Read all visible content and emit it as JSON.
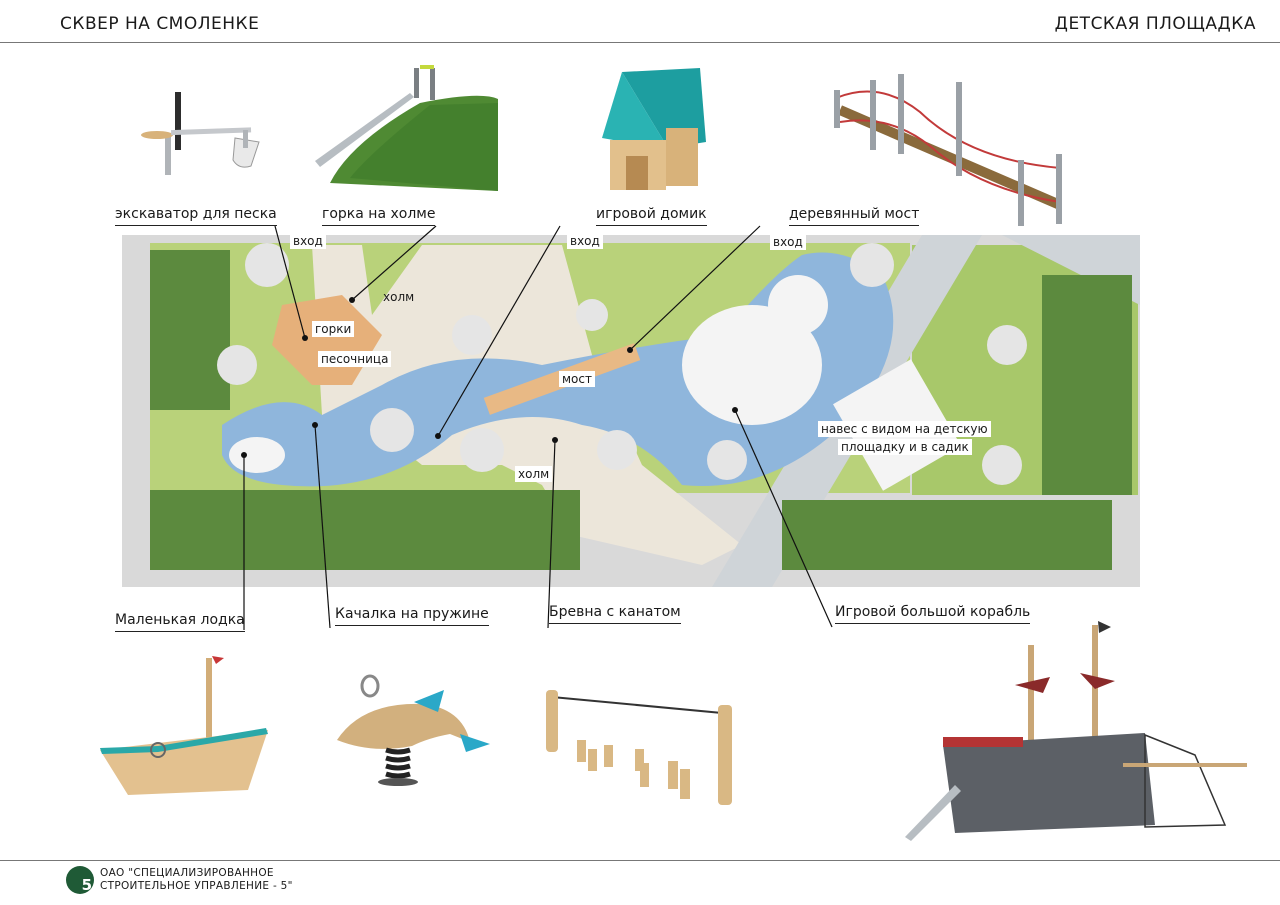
{
  "header": {
    "left_title": "СКВЕР НА СМОЛЕНКЕ",
    "right_title": "ДЕТСКАЯ ПЛОЩАДКА"
  },
  "callouts": {
    "excavator": "экскаватор для песка",
    "hill_slide": "горка на холме",
    "playhouse": "игровой домик",
    "wooden_bridge": "деревянный мост",
    "small_boat": "Маленькая лодка",
    "spring_rocker": "Качалка на пружине",
    "rope_logs": "Бревна с канатом",
    "big_ship": "Игровой большой корабль"
  },
  "map_labels": {
    "entrance_1": "вход",
    "entrance_2": "вход",
    "entrance_3": "вход",
    "hill_1": "холм",
    "slides": "горки",
    "sandbox": "песочница",
    "bridge": "мост",
    "hill_2": "холм",
    "canopy_line1": "навес с видом на детскую",
    "canopy_line2": "площадку и в садик"
  },
  "footer": {
    "logo_digit": "5",
    "line1": "ОАО \"СПЕЦИАЛИЗИРОВАННОЕ",
    "line2": "СТРОИТЕЛЬНОЕ УПРАВЛЕНИЕ - 5\""
  },
  "colors": {
    "grass": "#a9c96a",
    "hedge": "#5c8a3e",
    "water": "#8fb6dc",
    "path": "#ece6da",
    "wood": "#d9a36a",
    "teal_roof": "#2aa8a8"
  },
  "icons": [
    "excavator-icon",
    "slide-hill-icon",
    "playhouse-icon",
    "rope-bridge-icon",
    "small-boat-icon",
    "dolphin-rocker-icon",
    "rope-logs-icon",
    "pirate-ship-icon"
  ]
}
